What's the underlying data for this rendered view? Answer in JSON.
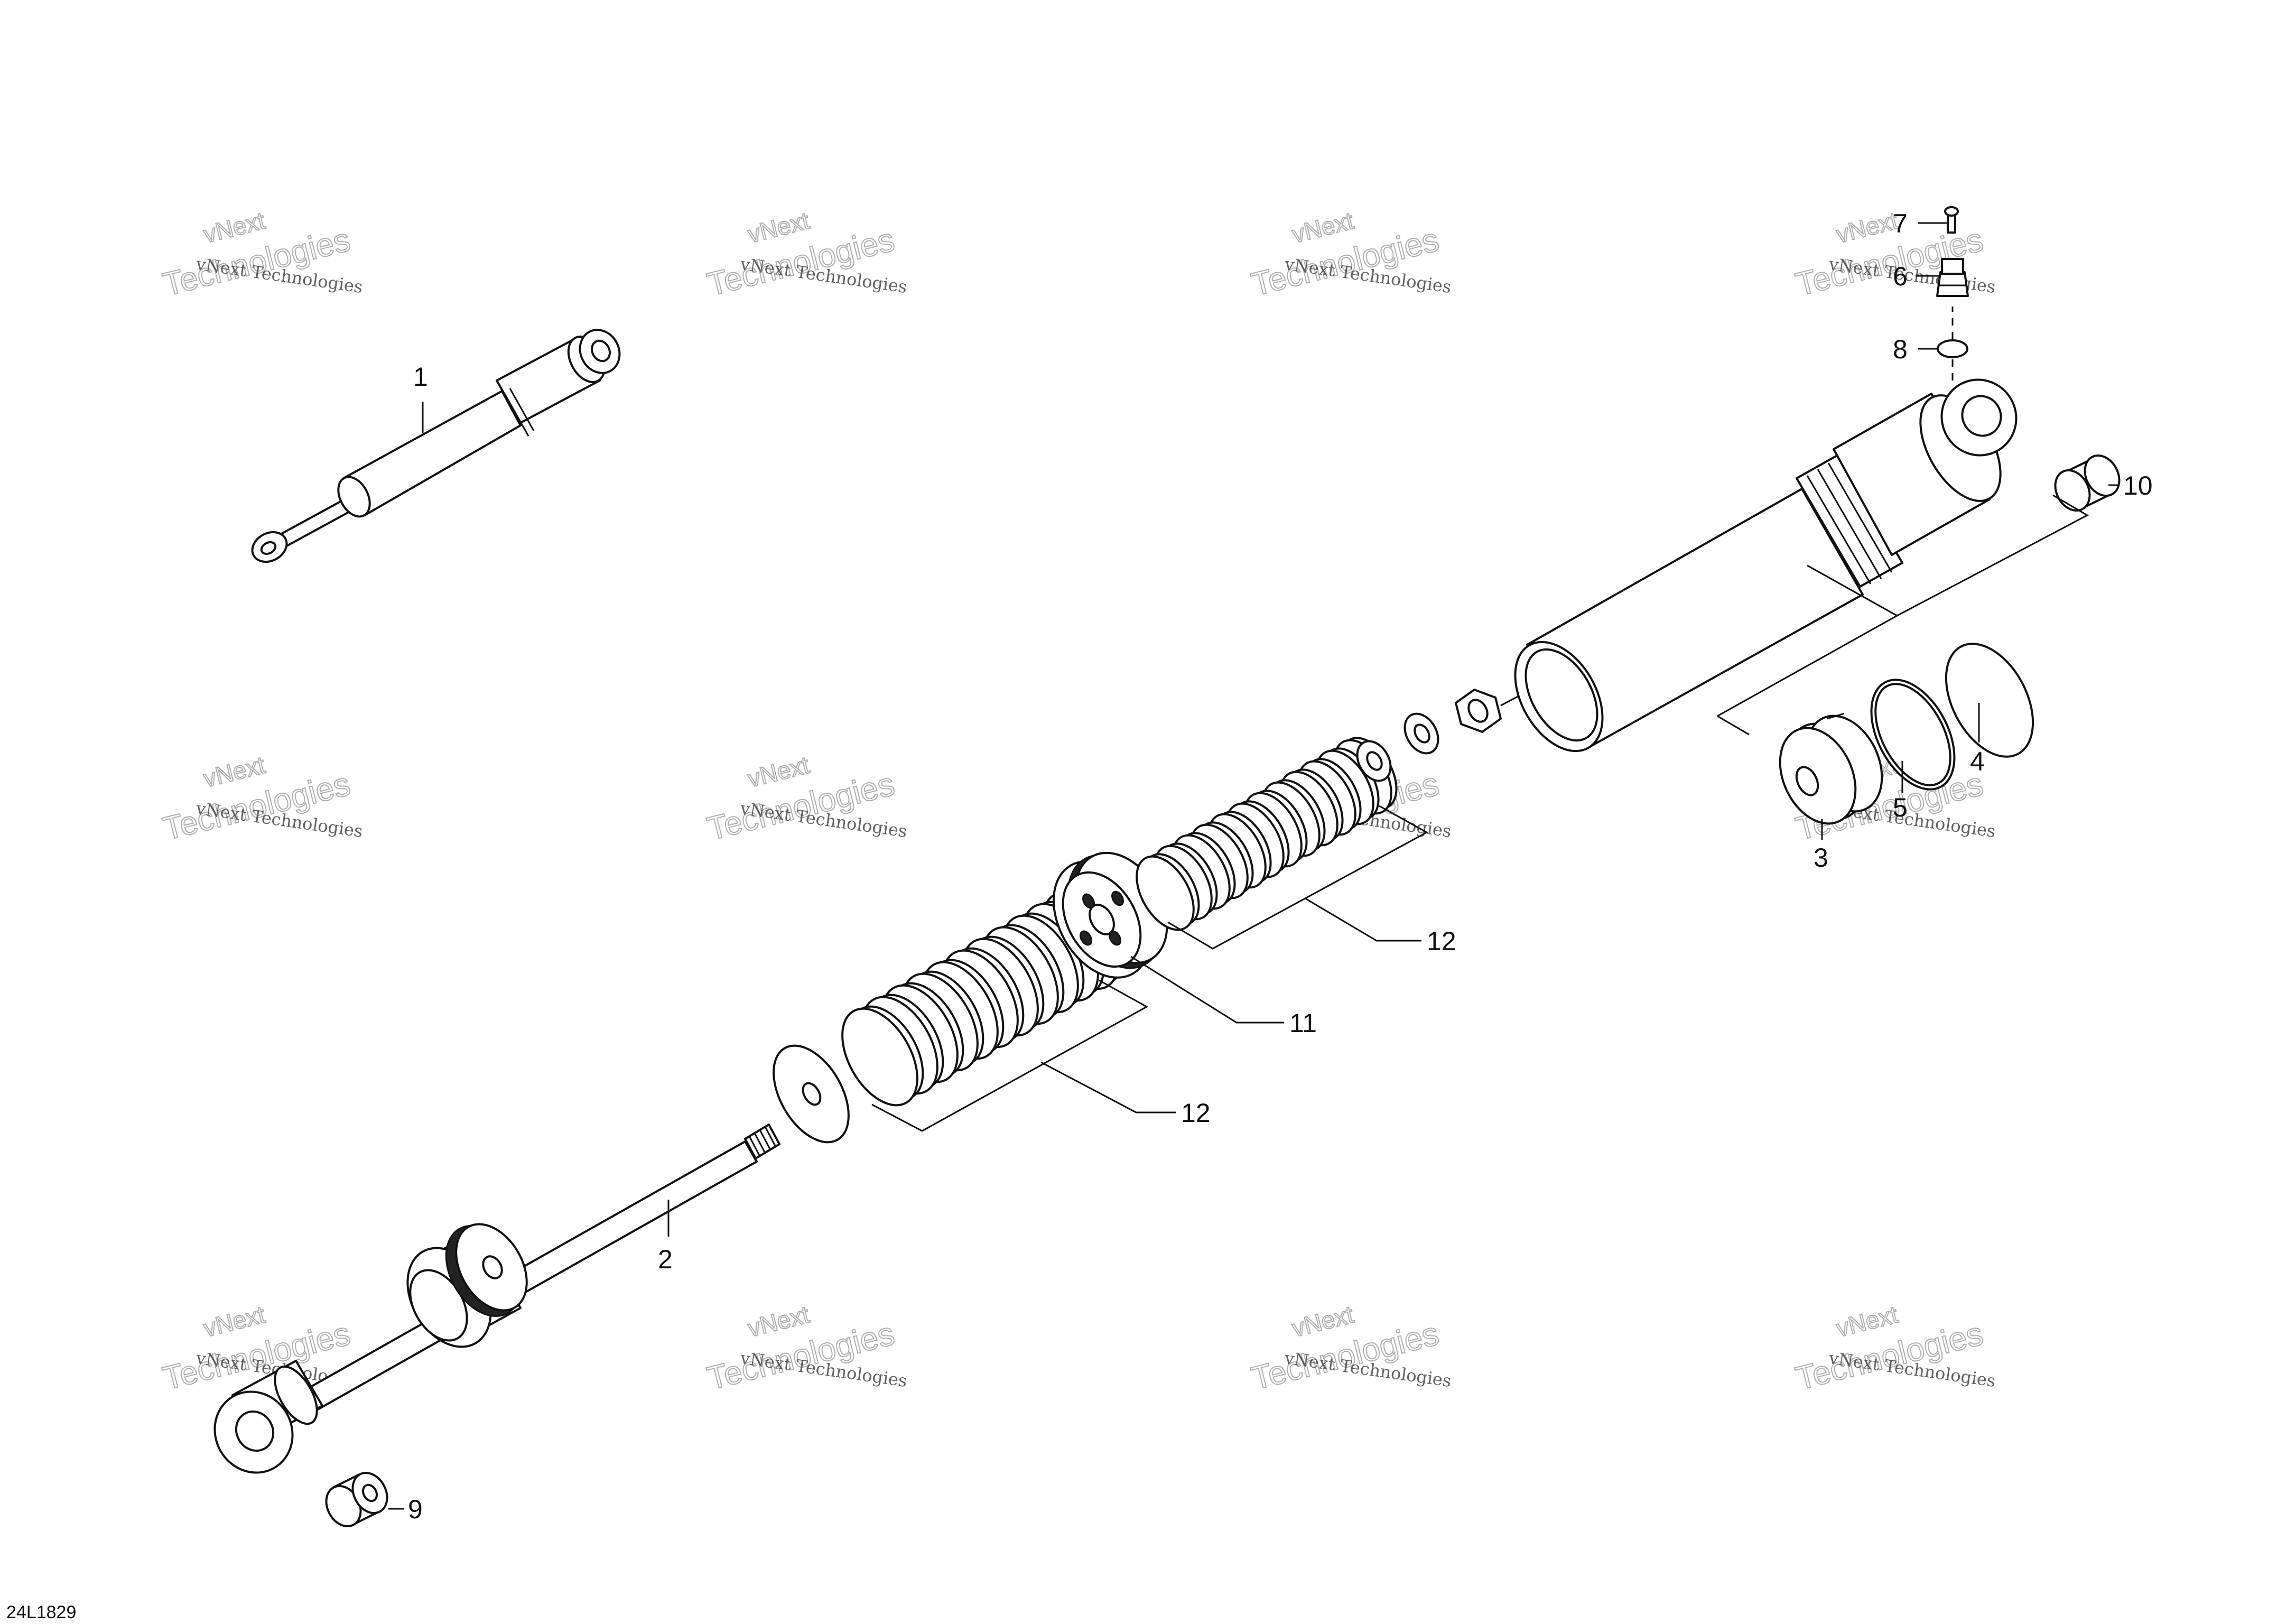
{
  "diagram": {
    "drawing_code": "24L1829",
    "watermark": {
      "line1": "vNext Technologies",
      "line2a": "vNext",
      "line2b": "Technologies"
    },
    "callouts": [
      {
        "id": "c1",
        "text": "1"
      },
      {
        "id": "c2",
        "text": "2"
      },
      {
        "id": "c3",
        "text": "3"
      },
      {
        "id": "c4",
        "text": "4"
      },
      {
        "id": "c5",
        "text": "5"
      },
      {
        "id": "c6",
        "text": "6"
      },
      {
        "id": "c7",
        "text": "7"
      },
      {
        "id": "c8",
        "text": "8"
      },
      {
        "id": "c9",
        "text": "9"
      },
      {
        "id": "c10",
        "text": "10"
      },
      {
        "id": "c11",
        "text": "11"
      },
      {
        "id": "c12a",
        "text": "12"
      },
      {
        "id": "c12b",
        "text": "12"
      }
    ]
  }
}
